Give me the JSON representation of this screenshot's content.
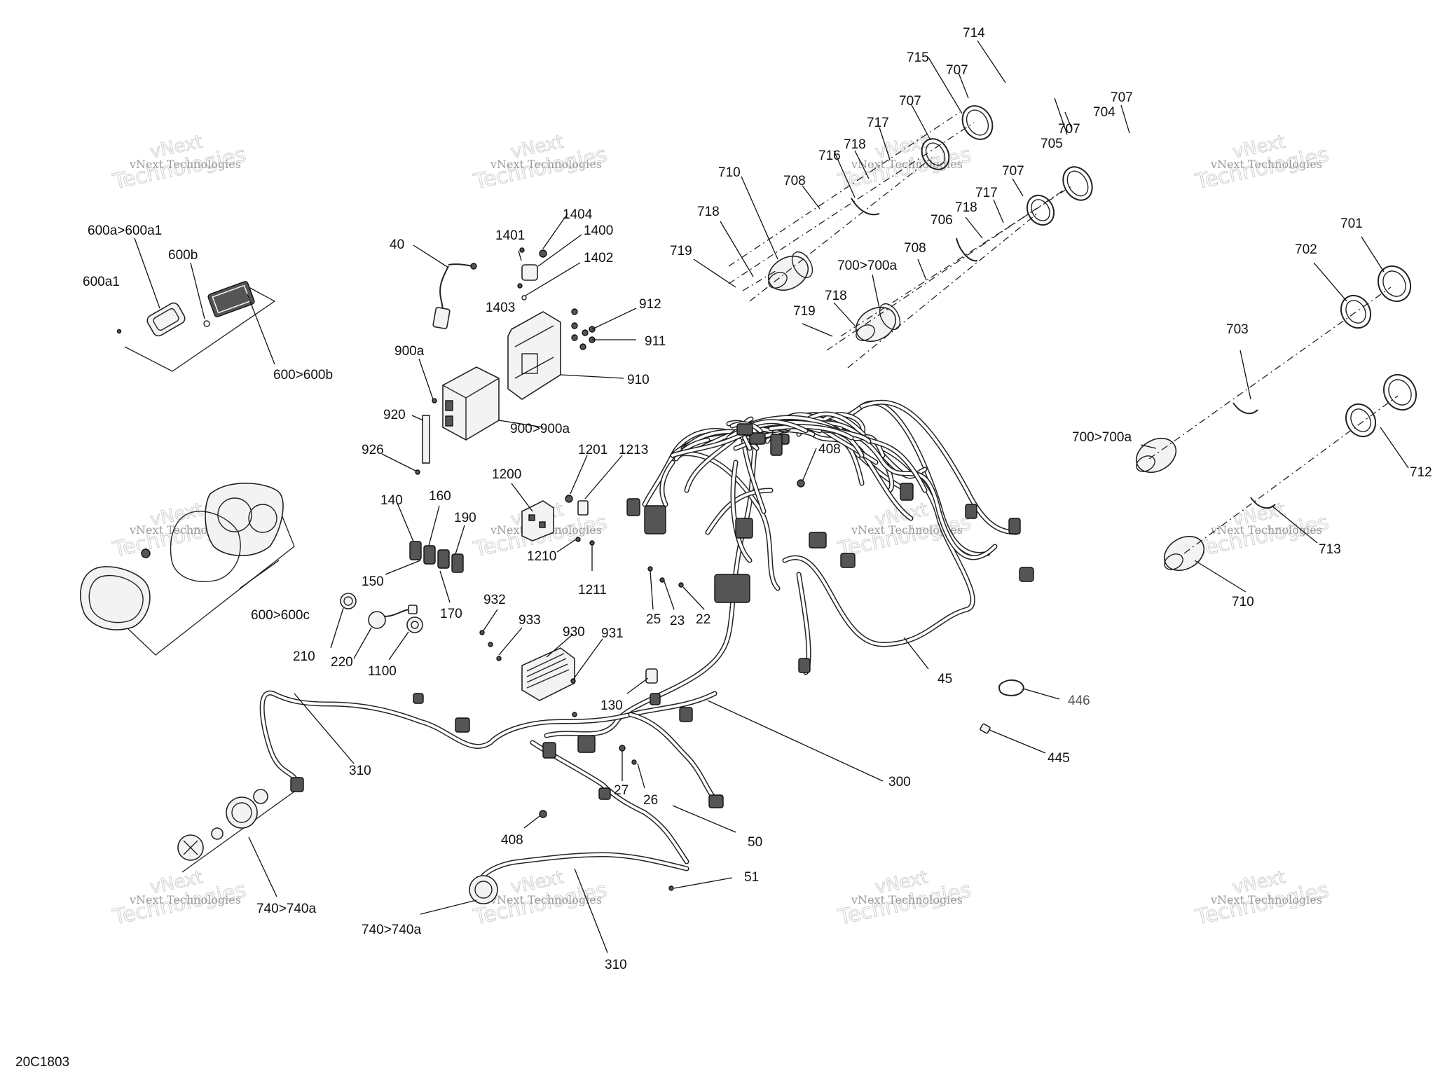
{
  "drawing_code": "20C1803",
  "watermark": {
    "line1": "vNext Technologies",
    "line2": "vNext",
    "line3": "Technologies"
  },
  "callouts": [
    "600a>600a1",
    "600b",
    "600a1",
    "600>600b",
    "40",
    "1404",
    "1401",
    "1400",
    "1402",
    "1403",
    "912",
    "911",
    "900a",
    "910",
    "920",
    "900>900a",
    "926",
    "140",
    "160",
    "190",
    "150",
    "170",
    "1200",
    "1201",
    "1213",
    "1210",
    "1211",
    "600>600c",
    "210",
    "220",
    "1100",
    "932",
    "933",
    "930",
    "931",
    "130",
    "25",
    "23",
    "22",
    "408",
    "45",
    "300",
    "446",
    "445",
    "310",
    "27",
    "26",
    "50",
    "408",
    "51",
    "740>740a",
    "740>740a",
    "310",
    "714",
    "715",
    "707",
    "707",
    "717",
    "718",
    "716",
    "710",
    "708",
    "707",
    "705",
    "704",
    "707",
    "707",
    "717",
    "718",
    "706",
    "718",
    "719",
    "708",
    "700>700a",
    "718",
    "719",
    "701",
    "702",
    "703",
    "700>700a",
    "712",
    "713",
    "710"
  ]
}
